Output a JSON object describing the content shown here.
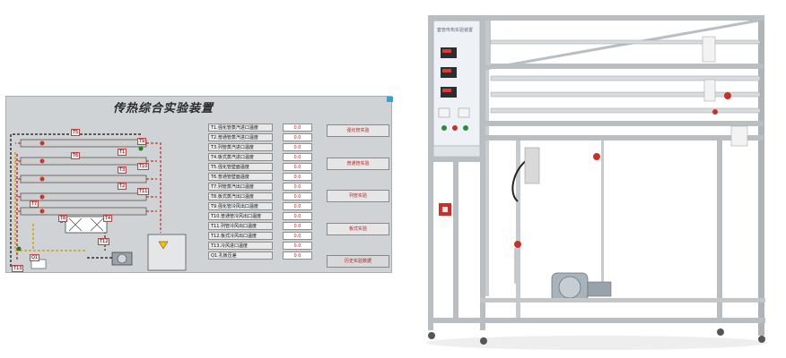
{
  "hmi": {
    "title": "传热综合实验装置",
    "sensor_tags": [
      "T5",
      "T9",
      "T6",
      "T1",
      "T3",
      "T10",
      "T2",
      "T11",
      "T7",
      "T8",
      "T4",
      "T12",
      "Q1",
      "T13"
    ],
    "readings": [
      {
        "label": "T1.强化管蒸汽进口温度",
        "value": "0.0"
      },
      {
        "label": "T2.普通管蒸汽进口温度",
        "value": "0.0"
      },
      {
        "label": "T3.列管蒸汽进口温度",
        "value": "0.0"
      },
      {
        "label": "T4.板式蒸汽进口温度",
        "value": "0.0"
      },
      {
        "label": "T5.强化管壁面温度",
        "value": "0.0"
      },
      {
        "label": "T6.普通管壁面温度",
        "value": "0.0"
      },
      {
        "label": "T7.列管蒸汽出口温度",
        "value": "0.0"
      },
      {
        "label": "T8.板式蒸汽出口温度",
        "value": "0.0"
      },
      {
        "label": "T9.强化管冷风出口温度",
        "value": "0.0"
      },
      {
        "label": "T10.普通管冷风出口温度",
        "value": "0.0"
      },
      {
        "label": "T11.列管冷风出口温度",
        "value": "0.0"
      },
      {
        "label": "T12.板式冷风出口温度",
        "value": "0.0"
      },
      {
        "label": "T13.冷风进口温度",
        "value": "0.0"
      },
      {
        "label": "Q1.孔板压差",
        "value": "0.0"
      }
    ],
    "buttons": [
      "强化管实验",
      "普通管实验",
      "列管实验",
      "板式实验",
      "历史实验数据"
    ]
  },
  "photo": {
    "device_label": "套管传热实验装置"
  },
  "colors": {
    "panel_bg": "#cfd3d6",
    "value_text": "#b21f1f",
    "pipe_red": "#c0392b",
    "frame": "#b9bec2"
  }
}
